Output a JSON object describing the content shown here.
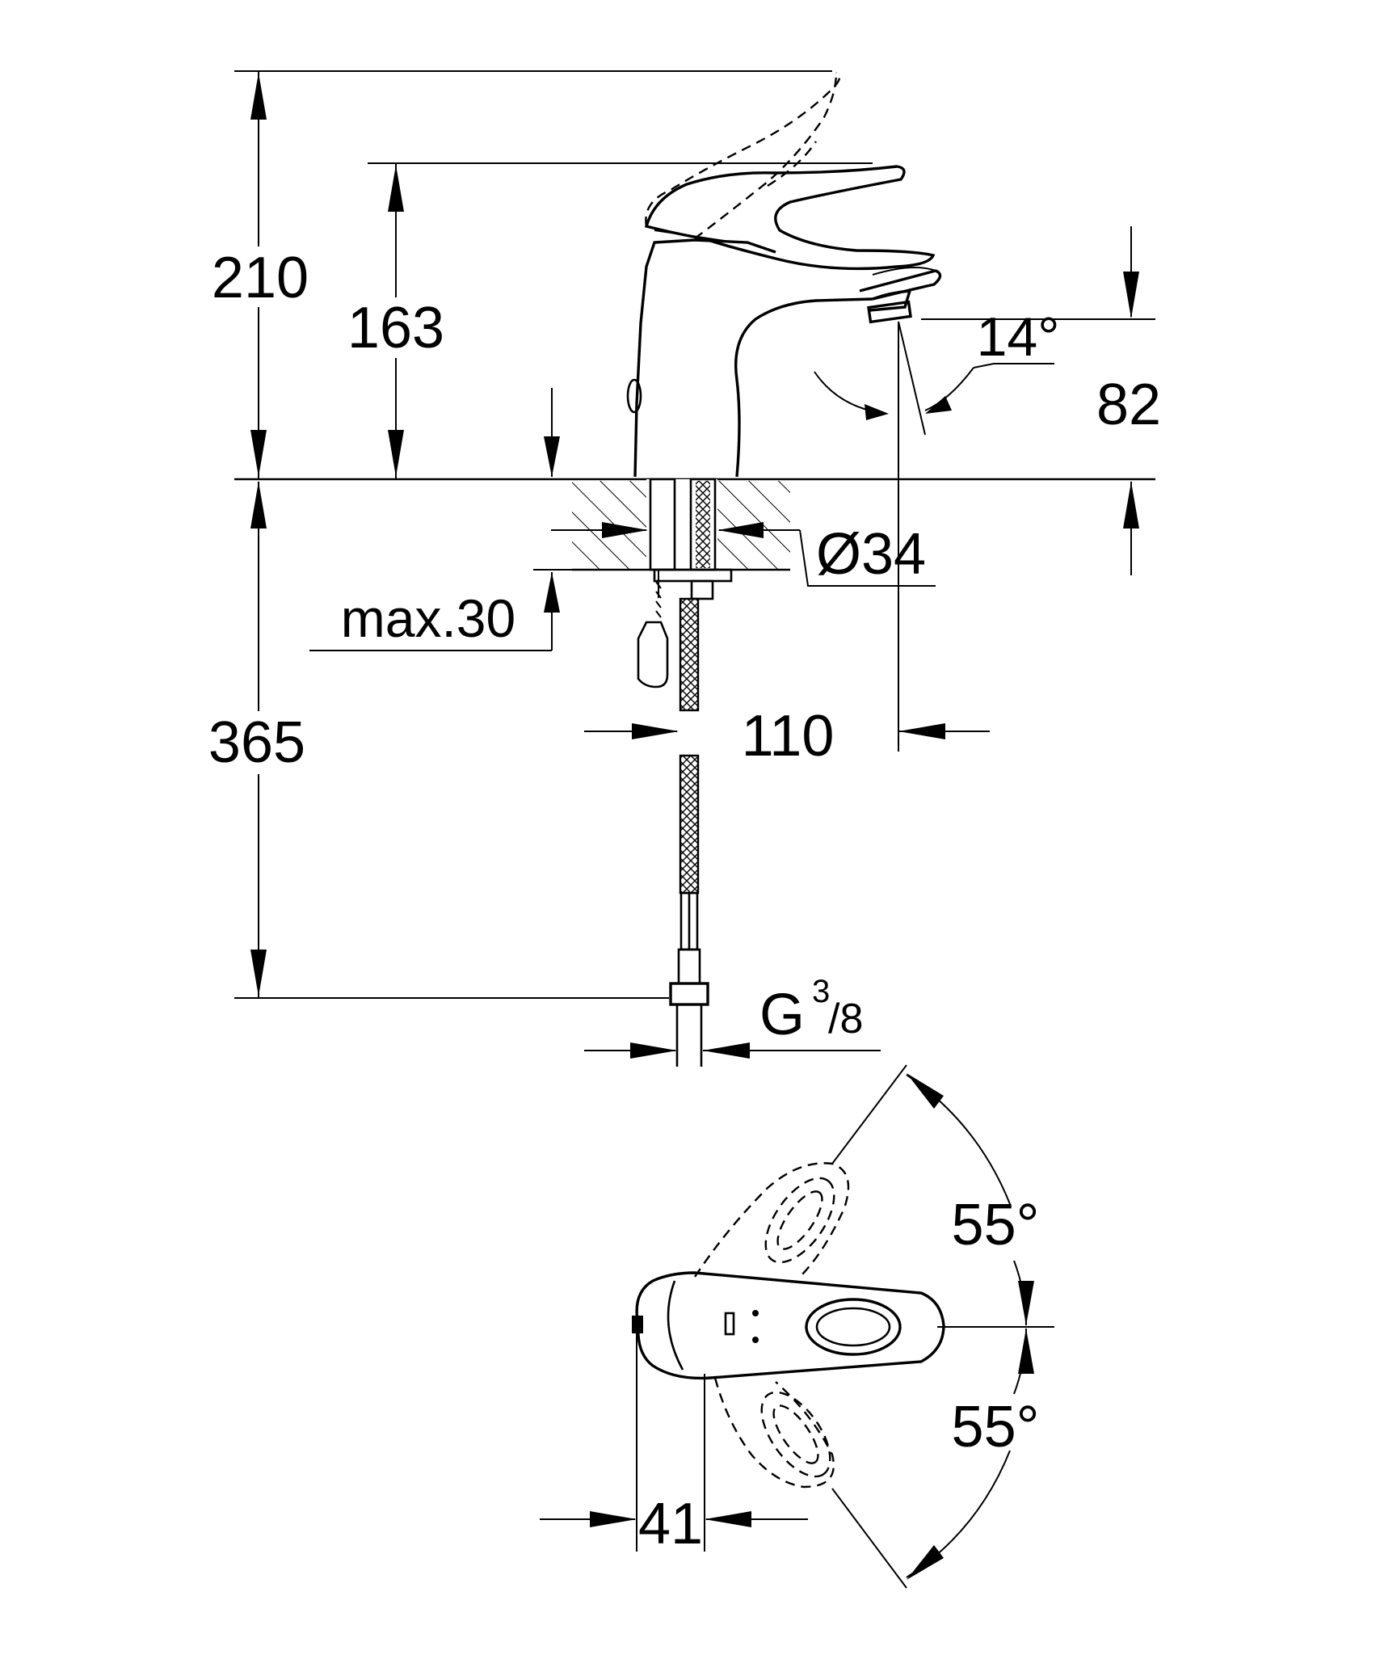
{
  "dimensions": {
    "height_lever_up": "210",
    "height_lever": "163",
    "spout_height": "82",
    "spout_angle": "14°",
    "below_deck": "365",
    "max_deck": "max.30",
    "hole_diameter": "Ø34",
    "projection": "110",
    "connection_main": "G",
    "connection_sup": "3",
    "connection_sub": "/8",
    "handle_angle_top": "55°",
    "handle_angle_bottom": "55°",
    "body_width": "41"
  },
  "colors": {
    "line": "#000000",
    "background": "#ffffff"
  }
}
